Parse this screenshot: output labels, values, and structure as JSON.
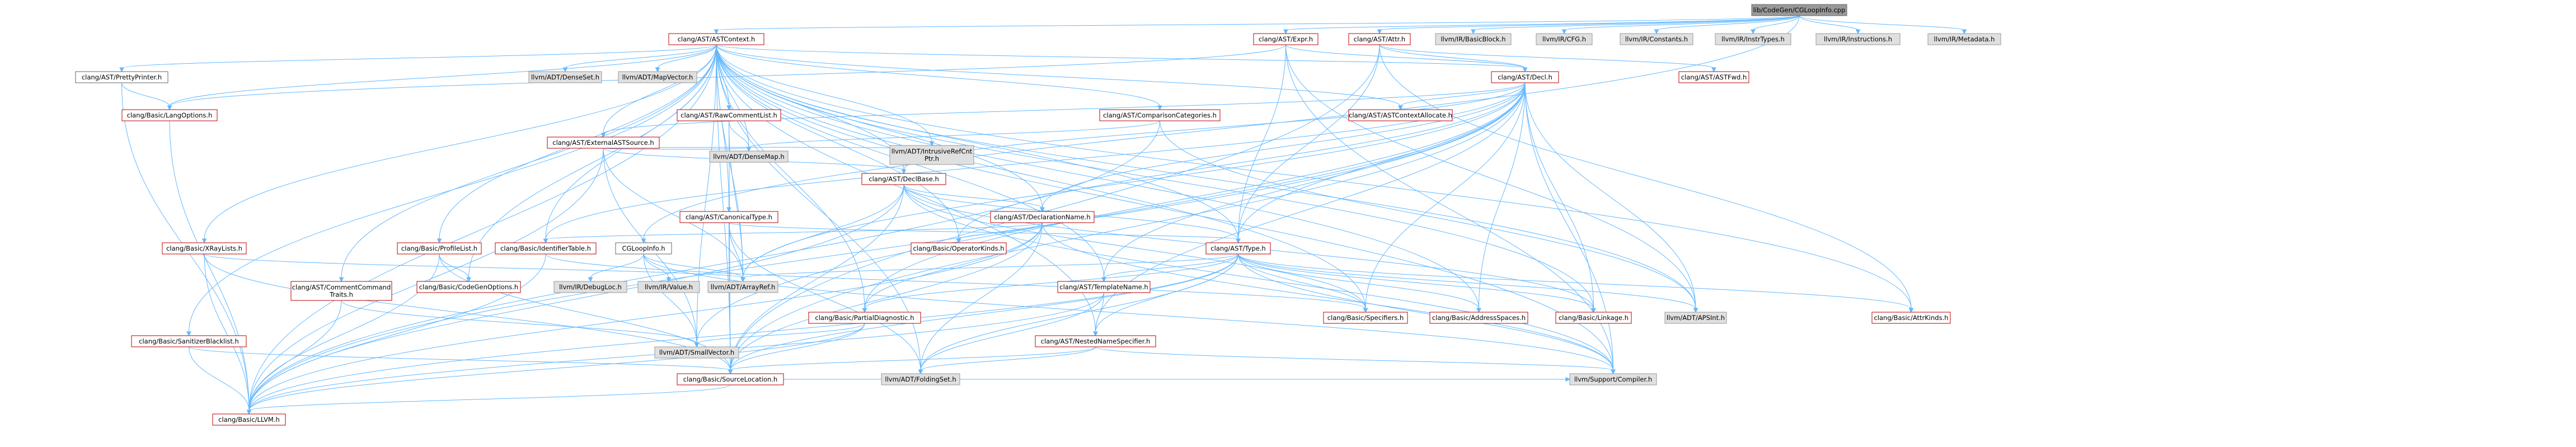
{
  "colors": {
    "root_fill": "#999999",
    "node_fill": "#ffffff",
    "ext_fill": "#e0e0e0",
    "border_red": "#bf0000",
    "border_gray": "#999999",
    "border_black": "#666666",
    "edge": "#63b8ff",
    "text": "#000000"
  },
  "diagram": {
    "type": "include-dependency-graph",
    "root": "lib/CodeGen/CGLoopInfo.cpp",
    "nodes": [
      {
        "id": "root",
        "label": "lib/CodeGen/CGLoopInfo.cpp",
        "kind": "root"
      },
      {
        "id": "astcontext",
        "label": "clang/AST/ASTContext.h",
        "kind": "red"
      },
      {
        "id": "astexpr",
        "label": "clang/AST/Expr.h",
        "kind": "red"
      },
      {
        "id": "astattr",
        "label": "clang/AST/Attr.h",
        "kind": "red"
      },
      {
        "id": "irbasicblock",
        "label": "llvm/IR/BasicBlock.h",
        "kind": "ext"
      },
      {
        "id": "ircfg",
        "label": "llvm/IR/CFG.h",
        "kind": "ext"
      },
      {
        "id": "irconstants",
        "label": "llvm/IR/Constants.h",
        "kind": "ext"
      },
      {
        "id": "irinstrtypes",
        "label": "llvm/IR/InstrTypes.h",
        "kind": "ext"
      },
      {
        "id": "irinstructions",
        "label": "llvm/IR/Instructions.h",
        "kind": "ext"
      },
      {
        "id": "irmetadata",
        "label": "llvm/IR/Metadata.h",
        "kind": "ext"
      },
      {
        "id": "prettyprinter",
        "label": "clang/AST/PrettyPrinter.h",
        "kind": "black"
      },
      {
        "id": "densesetn",
        "label": "llvm/ADT/DenseSet.h",
        "kind": "ext"
      },
      {
        "id": "mapvector",
        "label": "llvm/ADT/MapVector.h",
        "kind": "ext"
      },
      {
        "id": "astdecl",
        "label": "clang/AST/Decl.h",
        "kind": "red"
      },
      {
        "id": "astfwd",
        "label": "clang/AST/ASTFwd.h",
        "kind": "red"
      },
      {
        "id": "langoptions",
        "label": "clang/Basic/LangOptions.h",
        "kind": "red"
      },
      {
        "id": "rawcomment",
        "label": "clang/AST/RawCommentList.h",
        "kind": "red"
      },
      {
        "id": "externalast",
        "label": "clang/AST/ExternalASTSource.h",
        "kind": "red"
      },
      {
        "id": "comparison",
        "label": "clang/AST/ComparisonCategories.h",
        "kind": "red"
      },
      {
        "id": "ctxallocate",
        "label": "clang/AST/ASTContextAllocate.h",
        "kind": "red"
      },
      {
        "id": "densemap",
        "label": "llvm/ADT/DenseMap.h",
        "kind": "ext"
      },
      {
        "id": "intrusiverefcnt",
        "label": "llvm/ADT/IntrusiveRefCnt\nPtr.h",
        "kind": "ext"
      },
      {
        "id": "declbase",
        "label": "clang/AST/DeclBase.h",
        "kind": "red"
      },
      {
        "id": "canonicaltype",
        "label": "clang/AST/CanonicalType.h",
        "kind": "red"
      },
      {
        "id": "declarationname",
        "label": "clang/AST/DeclarationName.h",
        "kind": "red"
      },
      {
        "id": "xraylists",
        "label": "clang/Basic/XRayLists.h",
        "kind": "red"
      },
      {
        "id": "profilelist",
        "label": "clang/Basic/ProfileList.h",
        "kind": "red"
      },
      {
        "id": "identifiertable",
        "label": "clang/Basic/IdentifierTable.h",
        "kind": "red"
      },
      {
        "id": "cgloopinfo",
        "label": "CGLoopInfo.h",
        "kind": "black"
      },
      {
        "id": "operatorkinds",
        "label": "clang/Basic/OperatorKinds.h",
        "kind": "red"
      },
      {
        "id": "asttype",
        "label": "clang/AST/Type.h",
        "kind": "red"
      },
      {
        "id": "commentcmd",
        "label": "clang/AST/CommentCommand\nTraits.h",
        "kind": "red"
      },
      {
        "id": "codegenoptions",
        "label": "clang/Basic/CodeGenOptions.h",
        "kind": "red"
      },
      {
        "id": "irdebugloc",
        "label": "llvm/IR/DebugLoc.h",
        "kind": "ext"
      },
      {
        "id": "irvalue",
        "label": "llvm/IR/Value.h",
        "kind": "ext"
      },
      {
        "id": "arrayref",
        "label": "llvm/ADT/ArrayRef.h",
        "kind": "ext"
      },
      {
        "id": "partialdiag",
        "label": "clang/Basic/PartialDiagnostic.h",
        "kind": "red"
      },
      {
        "id": "templatename",
        "label": "clang/AST/TemplateName.h",
        "kind": "red"
      },
      {
        "id": "specifiers",
        "label": "clang/Basic/Specifiers.h",
        "kind": "red"
      },
      {
        "id": "addressspaces",
        "label": "clang/Basic/AddressSpaces.h",
        "kind": "red"
      },
      {
        "id": "linkage",
        "label": "clang/Basic/Linkage.h",
        "kind": "red"
      },
      {
        "id": "apsint",
        "label": "llvm/ADT/APSInt.h",
        "kind": "ext"
      },
      {
        "id": "attrkinds",
        "label": "clang/Basic/AttrKinds.h",
        "kind": "red"
      },
      {
        "id": "sanitizerbl",
        "label": "clang/Basic/SanitizerBlacklist.h",
        "kind": "red"
      },
      {
        "id": "smallvector",
        "label": "llvm/ADT/SmallVector.h",
        "kind": "ext"
      },
      {
        "id": "nestednamespec",
        "label": "clang/AST/NestedNameSpecifier.h",
        "kind": "red"
      },
      {
        "id": "sourcelocation",
        "label": "clang/Basic/SourceLocation.h",
        "kind": "red"
      },
      {
        "id": "foldingset",
        "label": "llvm/ADT/FoldingSet.h",
        "kind": "ext"
      },
      {
        "id": "compiler",
        "label": "llvm/Support/Compiler.h",
        "kind": "ext"
      },
      {
        "id": "basicllvm",
        "label": "clang/Basic/LLVM.h",
        "kind": "red"
      }
    ]
  }
}
